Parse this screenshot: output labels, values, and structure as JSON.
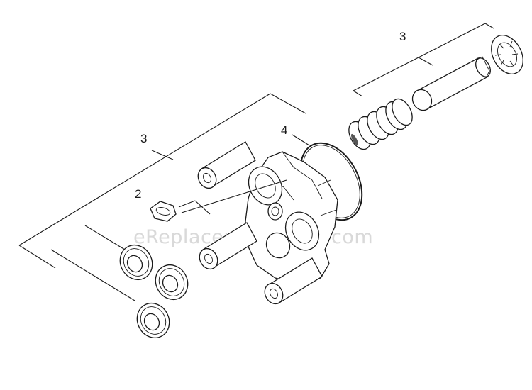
{
  "diagram": {
    "callouts": [
      {
        "id": "label-3-top",
        "text": "3"
      },
      {
        "id": "label-3-left",
        "text": "3"
      },
      {
        "id": "label-4",
        "text": "4"
      },
      {
        "id": "label-2",
        "text": "2"
      }
    ],
    "watermark": "eReplacementParts.com"
  }
}
